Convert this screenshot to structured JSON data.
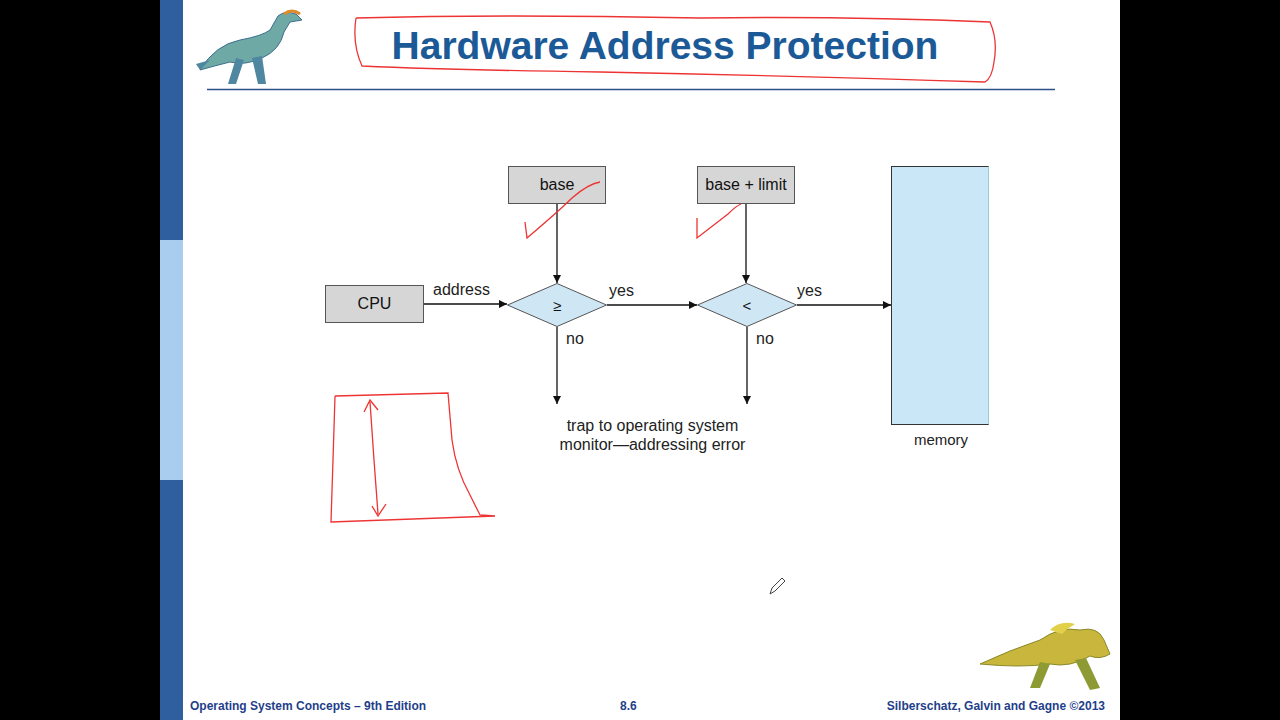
{
  "diagram": {
    "title": "Hardware Address Protection",
    "nodes": [
      {
        "text": [
          "CPU"
        ]
      },
      {
        "text": [
          "base"
        ]
      },
      {
        "text": [
          "≥"
        ]
      },
      {
        "text": [
          "base + limit"
        ]
      },
      {
        "text": [
          "<"
        ]
      },
      {
        "text": [
          "memory"
        ]
      },
      {
        "text": [
          "trap to operating system monitor—addressing error"
        ]
      }
    ],
    "edges": [
      {
        "from": 0,
        "to": 2,
        "label": "address",
        "arrow": "to"
      },
      {
        "from": 1,
        "to": 2,
        "arrow": "to"
      },
      {
        "from": 2,
        "to": 4,
        "label": "yes",
        "arrow": "to"
      },
      {
        "from": 3,
        "to": 4,
        "arrow": "to"
      },
      {
        "from": 4,
        "to": 5,
        "label": "yes",
        "arrow": "to"
      },
      {
        "from": 2,
        "to": 6,
        "label": "no",
        "arrow": "to"
      },
      {
        "from": 4,
        "to": 6,
        "label": "no",
        "arrow": "to"
      }
    ],
    "labels": [
      "Operating System Concepts – 9th Edition",
      "8.6",
      "Silberschatz, Galvin and Gagne ©2013"
    ]
  }
}
